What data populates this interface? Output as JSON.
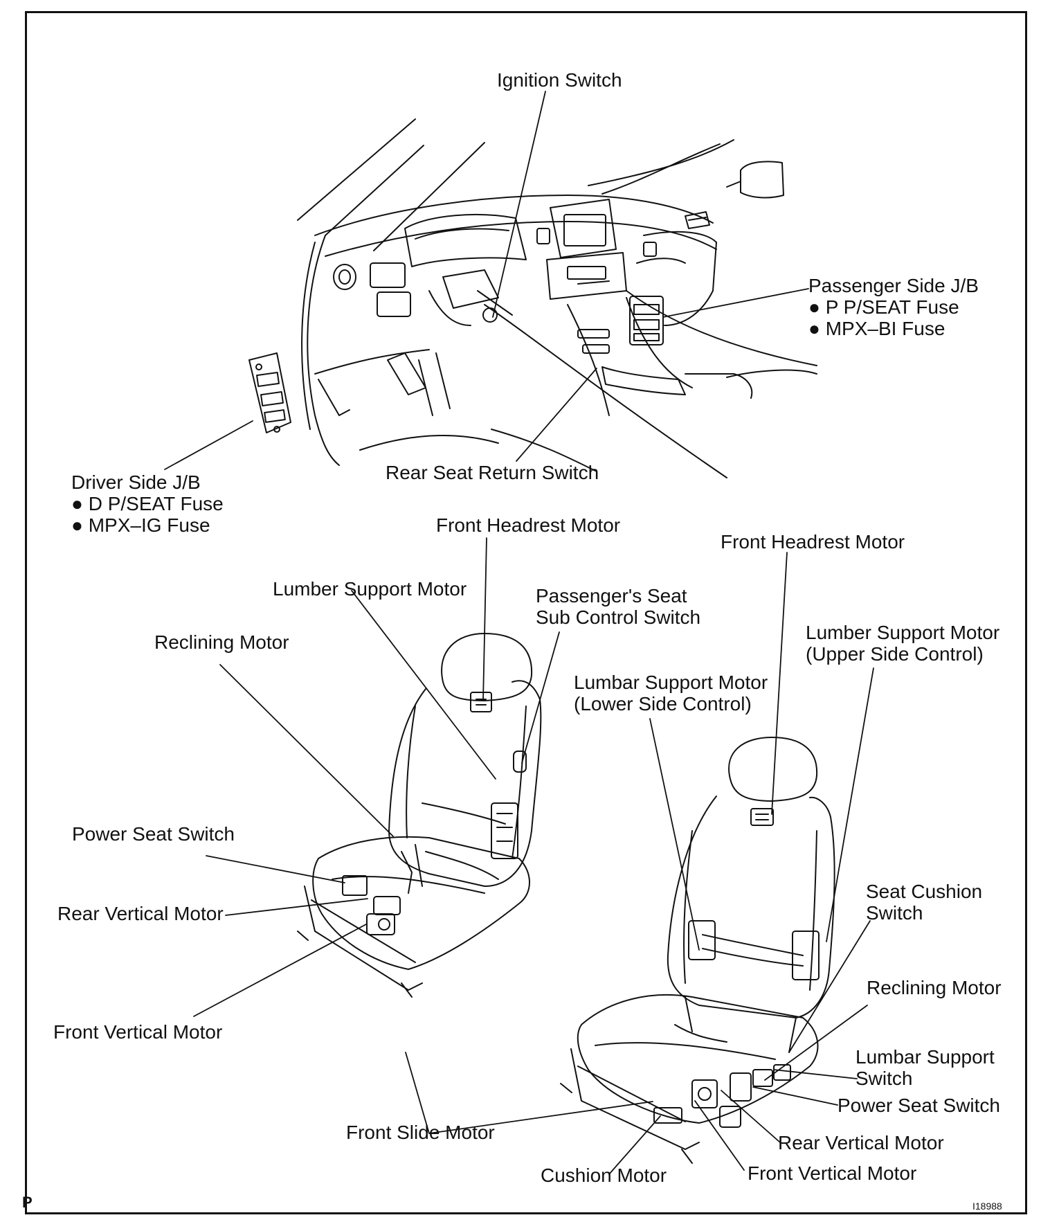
{
  "labels": {
    "ignition_switch": "Ignition Switch",
    "passenger_jb": [
      "Passenger Side J/B",
      "● P P/SEAT Fuse",
      "● MPX–BI Fuse"
    ],
    "driver_jb": [
      "Driver Side J/B",
      "● D P/SEAT Fuse",
      "● MPX–IG Fuse"
    ],
    "rear_seat_return_switch": "Rear Seat Return Switch",
    "front_headrest_motor_left": "Front Headrest Motor",
    "lumber_support_motor_left": "Lumber Support Motor",
    "passenger_seat_sub_control_switch": [
      "Passenger's Seat",
      "Sub Control Switch"
    ],
    "reclining_motor_left": "Reclining Motor",
    "power_seat_switch_left": "Power Seat Switch",
    "rear_vertical_motor_left": "Rear Vertical Motor",
    "front_vertical_motor_left": "Front Vertical Motor",
    "front_slide_motor": "Front Slide Motor",
    "front_headrest_motor_right": "Front Headrest Motor",
    "lumber_support_motor_upper": [
      "Lumber Support Motor",
      "(Upper Side Control)"
    ],
    "lumbar_support_motor_lower": [
      "Lumbar Support Motor",
      "(Lower Side Control)"
    ],
    "seat_cushion_switch": [
      "Seat Cushion",
      "Switch"
    ],
    "reclining_motor_right": "Reclining Motor",
    "lumbar_support_switch": [
      "Lumbar Support",
      "Switch"
    ],
    "power_seat_switch_right": "Power Seat Switch",
    "rear_vertical_motor_right": "Rear Vertical Motor",
    "front_vertical_motor_right": "Front Vertical Motor",
    "cushion_motor": "Cushion Motor"
  },
  "corner_mark": "P",
  "figure_code": "I18988"
}
